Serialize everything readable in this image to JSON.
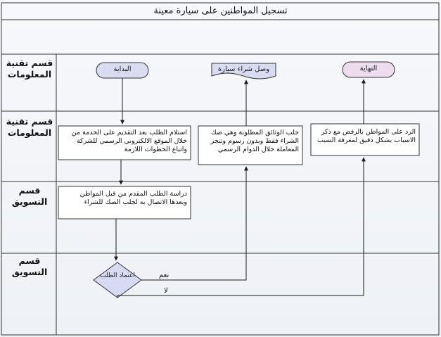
{
  "title": "تسجيل المواطنين على سيارة معينة",
  "lanes": [
    {
      "label": "قسم تقنية المعلومات"
    },
    {
      "label": "قسم تقنية المعلومات"
    },
    {
      "label": "قسم التسويق"
    },
    {
      "label": "قسم التسويق"
    }
  ],
  "nodes": {
    "start": "البداية",
    "doc": "وصل شراء سيارة",
    "end": "النهاية",
    "receive": "استلام الطلب بعد التقديم على الخدمة من خلال الموقع الالكتروني الرسمي للشركة واتباع الخطوات اللازمة",
    "collect": "جلب الوثائق المطلوبة وهي صك الشراء فقط وبدون رسوم وتنجز المعاملة خلال الدوام الرسمي",
    "reject": "الرد على المواطن بالرفض مع ذكر الاسباب بشكل دقيق لمعرفة السبب",
    "study": "دراسة الطلب المقدم من قبل المواطن وبعدها الاتصال به لجلب الصك للشراء",
    "decision": "اعتماد الطلب"
  },
  "edges": {
    "yes": "نعم",
    "no": "لا"
  },
  "colors": {
    "terminal_fill": "#d9dcf1",
    "end_fill": "#ecdcee",
    "decision_fill": "#d7daf3",
    "line": "#1a1a1a"
  }
}
